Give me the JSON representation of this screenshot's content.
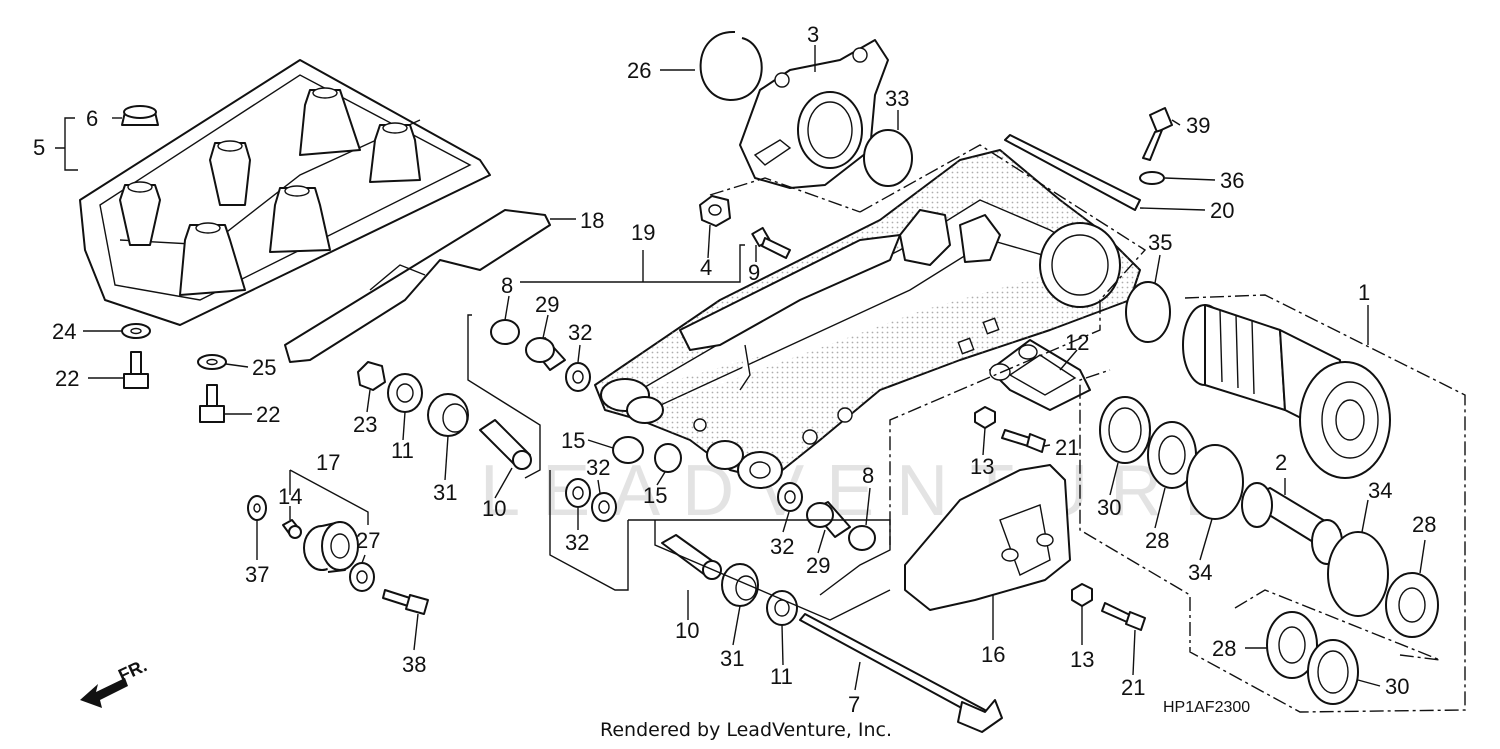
{
  "footer": {
    "credit": "Rendered by LeadVenture, Inc.",
    "diagram_code": "HP1AF2300",
    "direction_label": "FR.",
    "watermark": "LEADVENTURE"
  },
  "callouts": [
    {
      "id": "c1",
      "label": "1"
    },
    {
      "id": "c2",
      "label": "2"
    },
    {
      "id": "c3",
      "label": "3"
    },
    {
      "id": "c4",
      "label": "4"
    },
    {
      "id": "c5",
      "label": "5"
    },
    {
      "id": "c6",
      "label": "6"
    },
    {
      "id": "c7",
      "label": "7"
    },
    {
      "id": "c8a",
      "label": "8"
    },
    {
      "id": "c8b",
      "label": "8"
    },
    {
      "id": "c9",
      "label": "9"
    },
    {
      "id": "c10a",
      "label": "10"
    },
    {
      "id": "c10b",
      "label": "10"
    },
    {
      "id": "c11a",
      "label": "11"
    },
    {
      "id": "c11b",
      "label": "11"
    },
    {
      "id": "c12",
      "label": "12"
    },
    {
      "id": "c13a",
      "label": "13"
    },
    {
      "id": "c13b",
      "label": "13"
    },
    {
      "id": "c14",
      "label": "14"
    },
    {
      "id": "c15a",
      "label": "15"
    },
    {
      "id": "c15b",
      "label": "15"
    },
    {
      "id": "c16",
      "label": "16"
    },
    {
      "id": "c17",
      "label": "17"
    },
    {
      "id": "c18",
      "label": "18"
    },
    {
      "id": "c19",
      "label": "19"
    },
    {
      "id": "c20",
      "label": "20"
    },
    {
      "id": "c21a",
      "label": "21"
    },
    {
      "id": "c21b",
      "label": "21"
    },
    {
      "id": "c22a",
      "label": "22"
    },
    {
      "id": "c22b",
      "label": "22"
    },
    {
      "id": "c23",
      "label": "23"
    },
    {
      "id": "c24",
      "label": "24"
    },
    {
      "id": "c25",
      "label": "25"
    },
    {
      "id": "c26",
      "label": "26"
    },
    {
      "id": "c27",
      "label": "27"
    },
    {
      "id": "c28a",
      "label": "28"
    },
    {
      "id": "c28b",
      "label": "28"
    },
    {
      "id": "c28c",
      "label": "28"
    },
    {
      "id": "c29a",
      "label": "29"
    },
    {
      "id": "c29b",
      "label": "29"
    },
    {
      "id": "c30a",
      "label": "30"
    },
    {
      "id": "c30b",
      "label": "30"
    },
    {
      "id": "c31a",
      "label": "31"
    },
    {
      "id": "c31b",
      "label": "31"
    },
    {
      "id": "c32a",
      "label": "32"
    },
    {
      "id": "c32b",
      "label": "32"
    },
    {
      "id": "c32c",
      "label": "32"
    },
    {
      "id": "c32d",
      "label": "32"
    },
    {
      "id": "c33",
      "label": "33"
    },
    {
      "id": "c34a",
      "label": "34"
    },
    {
      "id": "c34b",
      "label": "34"
    },
    {
      "id": "c35",
      "label": "35"
    },
    {
      "id": "c36",
      "label": "36"
    },
    {
      "id": "c37",
      "label": "37"
    },
    {
      "id": "c38",
      "label": "38"
    },
    {
      "id": "c39",
      "label": "39"
    }
  ]
}
